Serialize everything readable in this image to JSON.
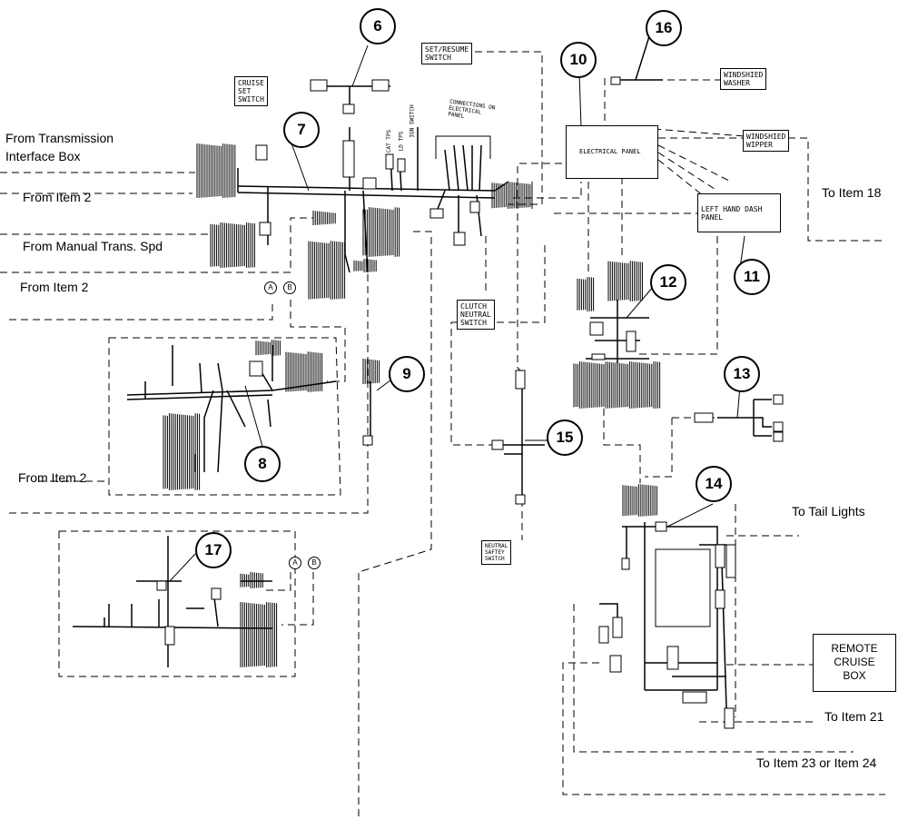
{
  "labels": {
    "from_transmission": "From Transmission",
    "interface_box": "Interface Box",
    "from_item_2_a": "From Item 2",
    "from_manual_trans": "From Manual Trans. Spd",
    "from_item_2_b": "From Item 2",
    "from_item_2_c": "From Item 2",
    "to_item_18": "To Item 18",
    "to_tail_lights": "To Tail Lights",
    "to_item_21": "To Item 21",
    "to_item_23_24": "To Item 23 or Item 24"
  },
  "boxes": {
    "cruise_set_switch": "CRUISE\nSET\nSWITCH",
    "set_resume_switch": "SET/RESUME\nSWITCH",
    "windshield_washer": "WINDSHIED\nWASHER",
    "windshield_wiper": "WINDSHIED\nWIPPER",
    "left_hand_dash_panel": "LEFT HAND DASH\nPANEL",
    "clutch_neutral_switch": "CLUTCH\nNEUTRAL\nSWITCH",
    "neutral_safety_switch": "NEUTRAL\nSAFTEY\nSWITCH",
    "electrical_panel": "ELECTRICAL PANEL",
    "remote_cruise_box": "REMOTE\nCRUISE\nBOX"
  },
  "small_text": {
    "connections_on_electrical_panel": "CONNECTIONS ON\nELECTRICAL\nPANEL",
    "ign_switch": "IGN SWITCH",
    "cat_tps": "CAT TPS",
    "ld_tps": "LD TPS"
  },
  "callouts": [
    "6",
    "7",
    "8",
    "9",
    "10",
    "11",
    "12",
    "13",
    "14",
    "15",
    "16",
    "17"
  ],
  "markers": {
    "a": "A",
    "b": "B"
  }
}
